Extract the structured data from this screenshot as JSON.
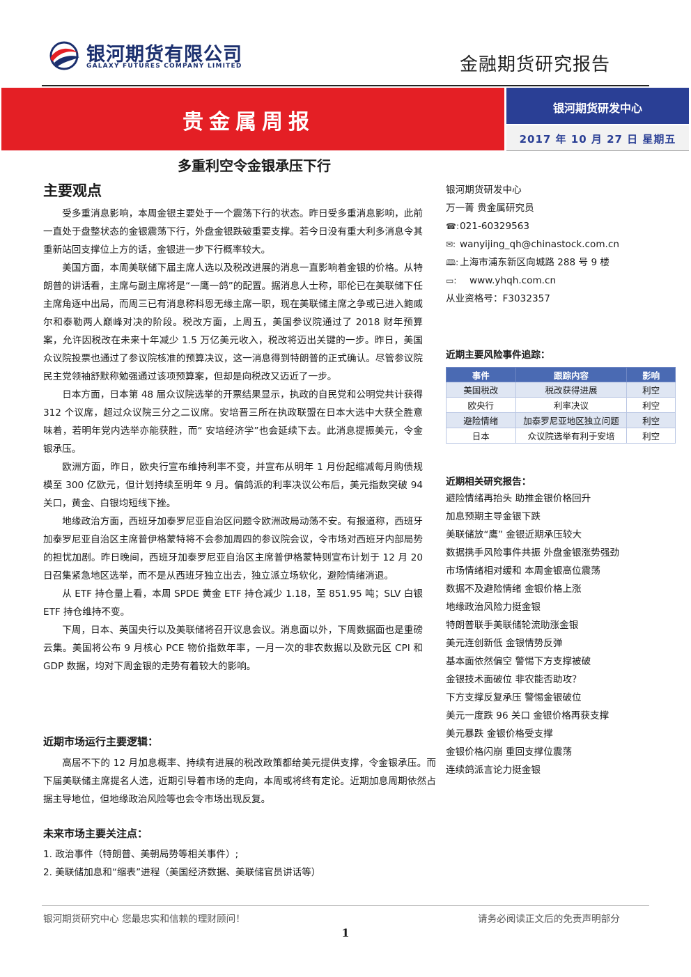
{
  "header": {
    "company_cn": "银河期货有限公司",
    "company_en": "GALAXY FUTURES COMPANY LIMITED",
    "report_type": "金融期货研究报告",
    "band_title": "贵金属周报",
    "center_name": "银河期货研发中心",
    "date": "2017 年 10 月 27 日   星期五",
    "brand_colors": {
      "red": "#e41f25",
      "blue": "#2a3f95"
    }
  },
  "title": "多重利空令金银承压下行",
  "main_heading": "主要观点",
  "paragraphs": [
    "受多重消息影响，本周金银主要处于一个震荡下行的状态。昨日受多重消息影响，此前一直处于盘整状态的金银震荡下行，外盘金银跌破重要支撑。若今日没有重大利多消息令其重新站回支撑位上方的话，金银进一步下行概率较大。",
    "美国方面，本周美联储下届主席人选以及税改进展的消息一直影响着金银的价格。从特朗普的讲话看，主席与副主席将是“一鹰一鸽”的配置。据消息人士称，耶伦已在美联储下任主席角逐中出局，而周三已有消息称科恩无缘主席一职，现在美联储主席之争或已进入鲍威尔和泰勒两人巅峰对决的阶段。税改方面，上周五，美国参议院通过了 2018 财年预算案，允许因税改在未来十年减少 1.5 万亿美元收入，税改将迈出关键的一步。昨日，美国众议院投票也通过了参议院核准的预算决议，这一消息得到特朗普的正式确认。尽管参议院民主党领袖舒默称勉强通过该项预算案，但却是向税改又迈近了一步。",
    "日本方面，日本第 48 届众议院选举的开票结果显示，执政的自民党和公明党共计获得 312 个议席，超过众议院三分之二议席。安培晋三所在执政联盟在日本大选中大获全胜意味着，若明年党内选举亦能获胜，而“ 安培经济学”也会延续下去。此消息提振美元，令金银承压。",
    "欧洲方面，昨日，欧央行宣布维持利率不变，并宣布从明年 1 月份起缩减每月购债规模至 300 亿欧元，但计划持续至明年 9 月。偏鸽派的利率决议公布后，美元指数突破 94 关口，黄金、白银均短线下挫。",
    "地缘政治方面，西班牙加泰罗尼亚自治区问题令欧洲政局动荡不安。有报道称，西班牙加泰罗尼亚自治区主席普伊格蒙特将不会参加周四的参议院会议，令市场对西班牙内部局势的担忧加剧。昨日晚间，西班牙加泰罗尼亚自治区主席普伊格蒙特则宣布计划于 12 月 20 日召集紧急地区选举，而不是从西班牙独立出去，独立派立场软化，避险情绪消退。",
    "从 ETF 持仓量上看，本周 SPDE 黄金 ETF 持仓减少 1.18，至 851.95 吨；SLV 白银 ETF 持仓维持不变。",
    "下周，日本、英国央行以及美联储将召开议息会议。消息面以外，下周数据面也是重磅云集。美国将公布 9 月核心 PCE 物价指数年率，一月一次的非农数据以及欧元区 CPI 和 GDP 数据，均对下周金银的走势有着较大的影响。"
  ],
  "logic": {
    "heading": "近期市场运行主要逻辑：",
    "text": "高居不下的 12 月加息概率、持续有进展的税改政策都给美元提供支撑，令金银承压。而下届美联储主席提名人选，近期引导着市场的走向，本周或将终有定论。近期加息周期依然占据主导地位，但地缘政治风险等也会令市场出现反复。"
  },
  "focus": {
    "heading": "未来市场主要关注点：",
    "items": [
      "1.  政治事件（特朗普、美朝局势等相关事件）;",
      "2.  美联储加息和“缩表”进程（美国经济数据、美联储官员讲话等）"
    ]
  },
  "contact": {
    "org": "银河期货研发中心",
    "analyst": "万一菁    贵金属研究员",
    "phone": "021-60329563",
    "email": "wanyijing_qh@chinastock.com.cn",
    "address": "上海市浦东新区向城路 288 号 9 楼",
    "website": "www.yhqh.com.cn",
    "license": "从业资格号：F3032357"
  },
  "risk": {
    "heading": "近期主要风险事件追踪：",
    "columns": [
      "事件",
      "跟踪内容",
      "影响"
    ],
    "rows": [
      [
        "美国税改",
        "税改获得进展",
        "利空"
      ],
      [
        "欧央行",
        "利率决议",
        "利空"
      ],
      [
        "避险情绪",
        "加泰罗尼亚地区独立问题",
        "利空"
      ],
      [
        "日本",
        "众议院选举有利于安培",
        "利空"
      ]
    ]
  },
  "reports": {
    "heading": "近期相关研究报告：",
    "items": [
      "避险情绪再抬头  助推金银价格回升",
      "加息预期主导金银下跌",
      "美联储放“鹰”     金银近期承压较大",
      "数据携手风险事件共振  外盘金银涨势强劲",
      "市场情绪相对缓和  本周金银高位震荡",
      "数据不及避险情绪  金银价格上涨",
      "地缘政治风险力挺金银",
      "特朗普联手美联储轮流助涨金银",
      "美元连创新低  金银情势反弹",
      "基本面依然偏空  警惕下方支撑被破",
      "金银技术面破位  非农能否助攻？",
      "下方支撑反复承压  警惕金银破位",
      "美元一度跌 96 关口  金银价格再获支撑",
      "美元暴跌  金银价格受支撑",
      "金银价格闪崩  重回支撑位震荡",
      "连续鸽派言论力挺金银"
    ]
  },
  "footer": {
    "left": "银河期货研究中心  您最忠实和信赖的理财顾问！",
    "right": "请务必阅读正文后的免责声明部分",
    "page": "1"
  }
}
